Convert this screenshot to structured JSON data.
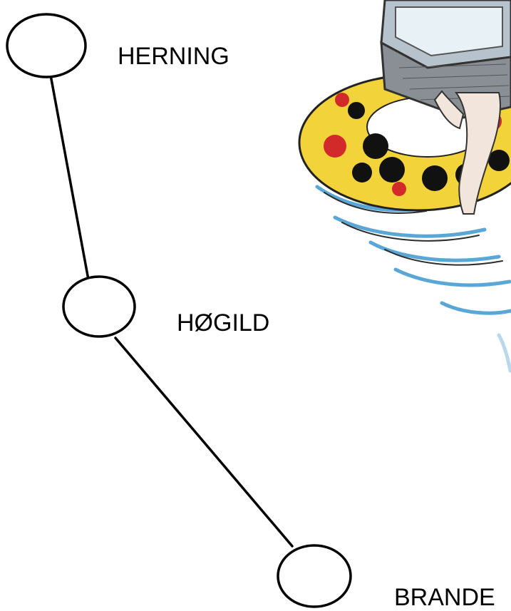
{
  "stops": [
    {
      "name": "HERNING"
    },
    {
      "name": "HØGILD"
    },
    {
      "name": "BRANDE"
    }
  ],
  "illustration": {
    "subject": "person floating on a spotted inflatable ring in water while using a laptop",
    "icon": "laptop-in-swim-ring-clipart"
  },
  "colors": {
    "line": "#000000",
    "ring_yellow": "#f3d33a",
    "ring_dot_black": "#111111",
    "ring_dot_red": "#d22a2a",
    "water_blue": "#5aa7d6",
    "laptop_gray": "#8a8f96"
  }
}
